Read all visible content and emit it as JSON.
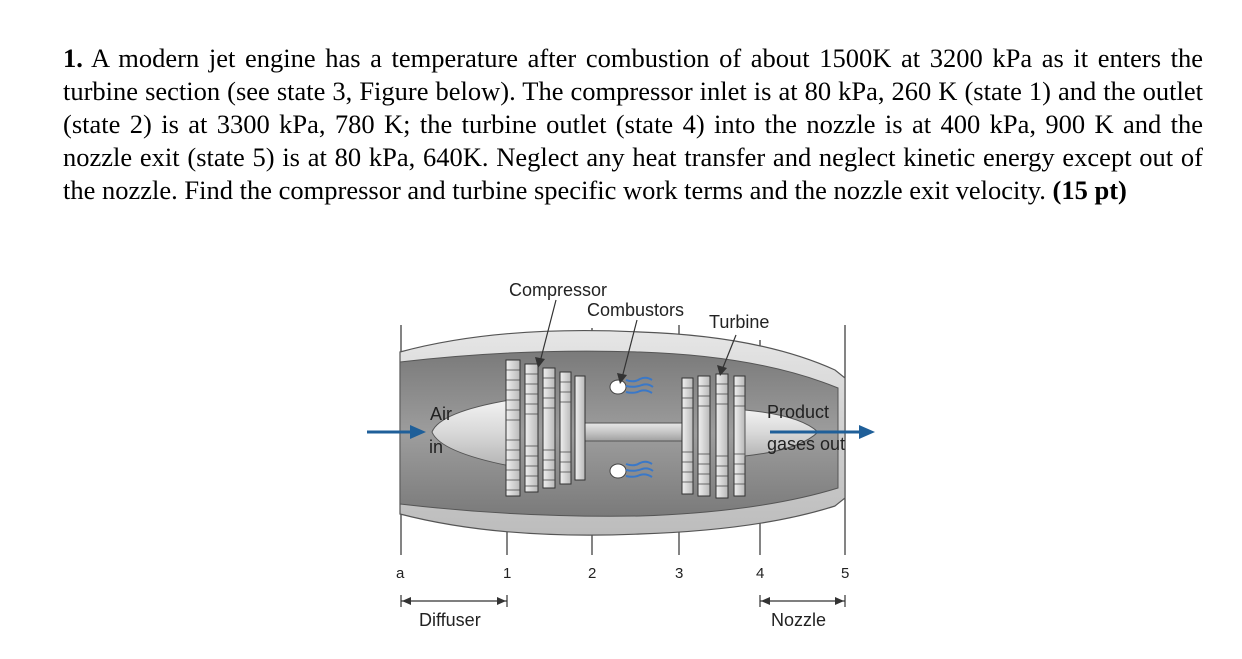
{
  "problem": {
    "number": "1.",
    "text": " A modern jet engine has a temperature after combustion of about 1500K at 3200 kPa as it enters the turbine section (see state 3, Figure below). The compressor inlet is at 80 kPa, 260 K (state 1) and the outlet (state 2) is at 3300 kPa, 780 K; the turbine outlet (state 4) into the nozzle is at 400 kPa, 900 K and the nozzle exit (state 5) is at 80 kPa, 640K. Neglect any heat transfer and neglect kinetic energy except out of the nozzle. Find the compressor and turbine specific work terms and the nozzle exit velocity. ",
    "points": "(15 pt)"
  },
  "figure": {
    "labels": {
      "compressor": "Compressor",
      "combustors": "Combustors",
      "turbine": "Turbine",
      "air": "Air",
      "in": "in",
      "product": "Product",
      "gases_out": "gases out",
      "diffuser": "Diffuser",
      "nozzle": "Nozzle"
    },
    "stations": [
      "a",
      "1",
      "2",
      "3",
      "4",
      "5"
    ],
    "colors": {
      "arrow": "#1f5f99",
      "flame": "#3a78c8",
      "casing": "#c8c8c8",
      "core": "#9a9a9a"
    }
  }
}
